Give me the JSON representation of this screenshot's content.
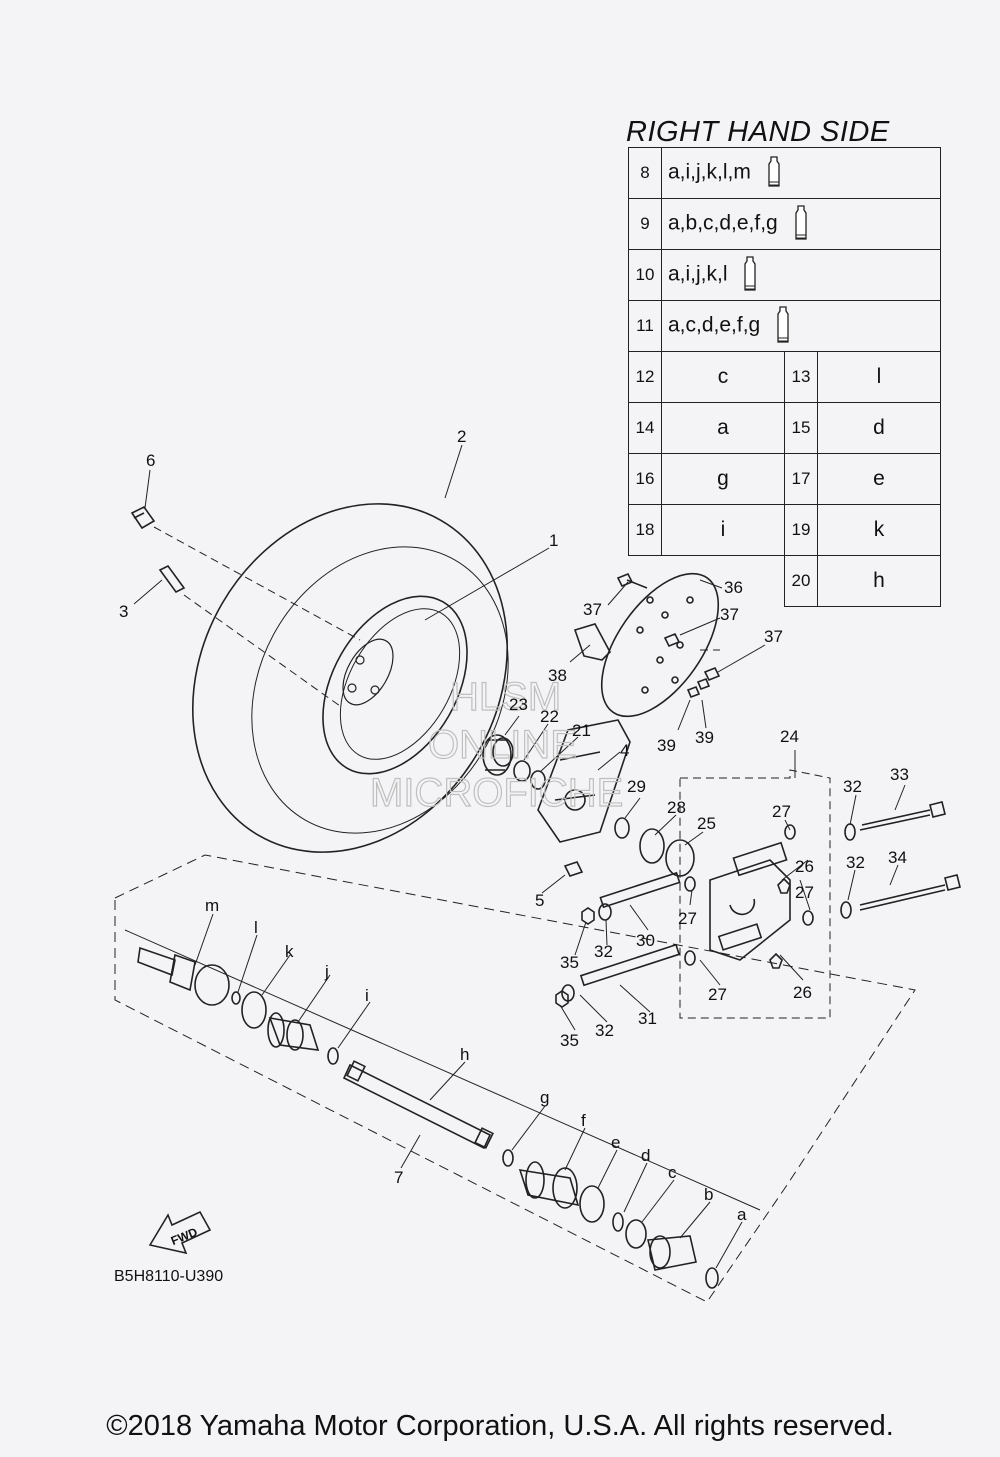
{
  "diagram": {
    "section_title": "RIGHT HAND SIDE",
    "part_code": "B5H8110-U390",
    "copyright": "©2018 Yamaha Motor Corporation, U.S.A. All rights reserved.",
    "watermark": [
      "HLSM",
      "ONLINE",
      "MICROFICHE"
    ],
    "fwd_label": "FWD",
    "kit_table": {
      "wide_rows": [
        {
          "num": "8",
          "parts": "a,i,j,k,l,m"
        },
        {
          "num": "9",
          "parts": "a,b,c,d,e,f,g"
        },
        {
          "num": "10",
          "parts": "a,i,j,k,l"
        },
        {
          "num": "11",
          "parts": "a,c,d,e,f,g"
        }
      ],
      "pair_rows": [
        {
          "n1": "12",
          "v1": "c",
          "n2": "13",
          "v2": "l"
        },
        {
          "n1": "14",
          "v1": "a",
          "n2": "15",
          "v2": "d"
        },
        {
          "n1": "16",
          "v1": "g",
          "n2": "17",
          "v2": "e"
        },
        {
          "n1": "18",
          "v1": "i",
          "n2": "19",
          "v2": "k"
        }
      ],
      "last_row": {
        "n2": "20",
        "v2": "h"
      }
    },
    "callouts": {
      "c1": "1",
      "c2": "2",
      "c3": "3",
      "c4": "4",
      "c5": "5",
      "c6": "6",
      "c7": "7",
      "c21": "21",
      "c22": "22",
      "c23": "23",
      "c24": "24",
      "c25": "25",
      "c26a": "26",
      "c26b": "26",
      "c27a": "27",
      "c27b": "27",
      "c27c": "27",
      "c27d": "27",
      "c28": "28",
      "c29": "29",
      "c30": "30",
      "c31": "31",
      "c32a": "32",
      "c32b": "32",
      "c32c": "32",
      "c32d": "32",
      "c33": "33",
      "c34": "34",
      "c35a": "35",
      "c35b": "35",
      "c36": "36",
      "c37a": "37",
      "c37b": "37",
      "c37c": "37",
      "c38": "38",
      "c39a": "39",
      "c39b": "39",
      "ca": "a",
      "cb": "b",
      "cc": "c",
      "cd": "d",
      "ce": "e",
      "cf": "f",
      "cg": "g",
      "ch": "h",
      "ci": "i",
      "cj": "j",
      "ck": "k",
      "cl": "l",
      "cm": "m"
    }
  }
}
